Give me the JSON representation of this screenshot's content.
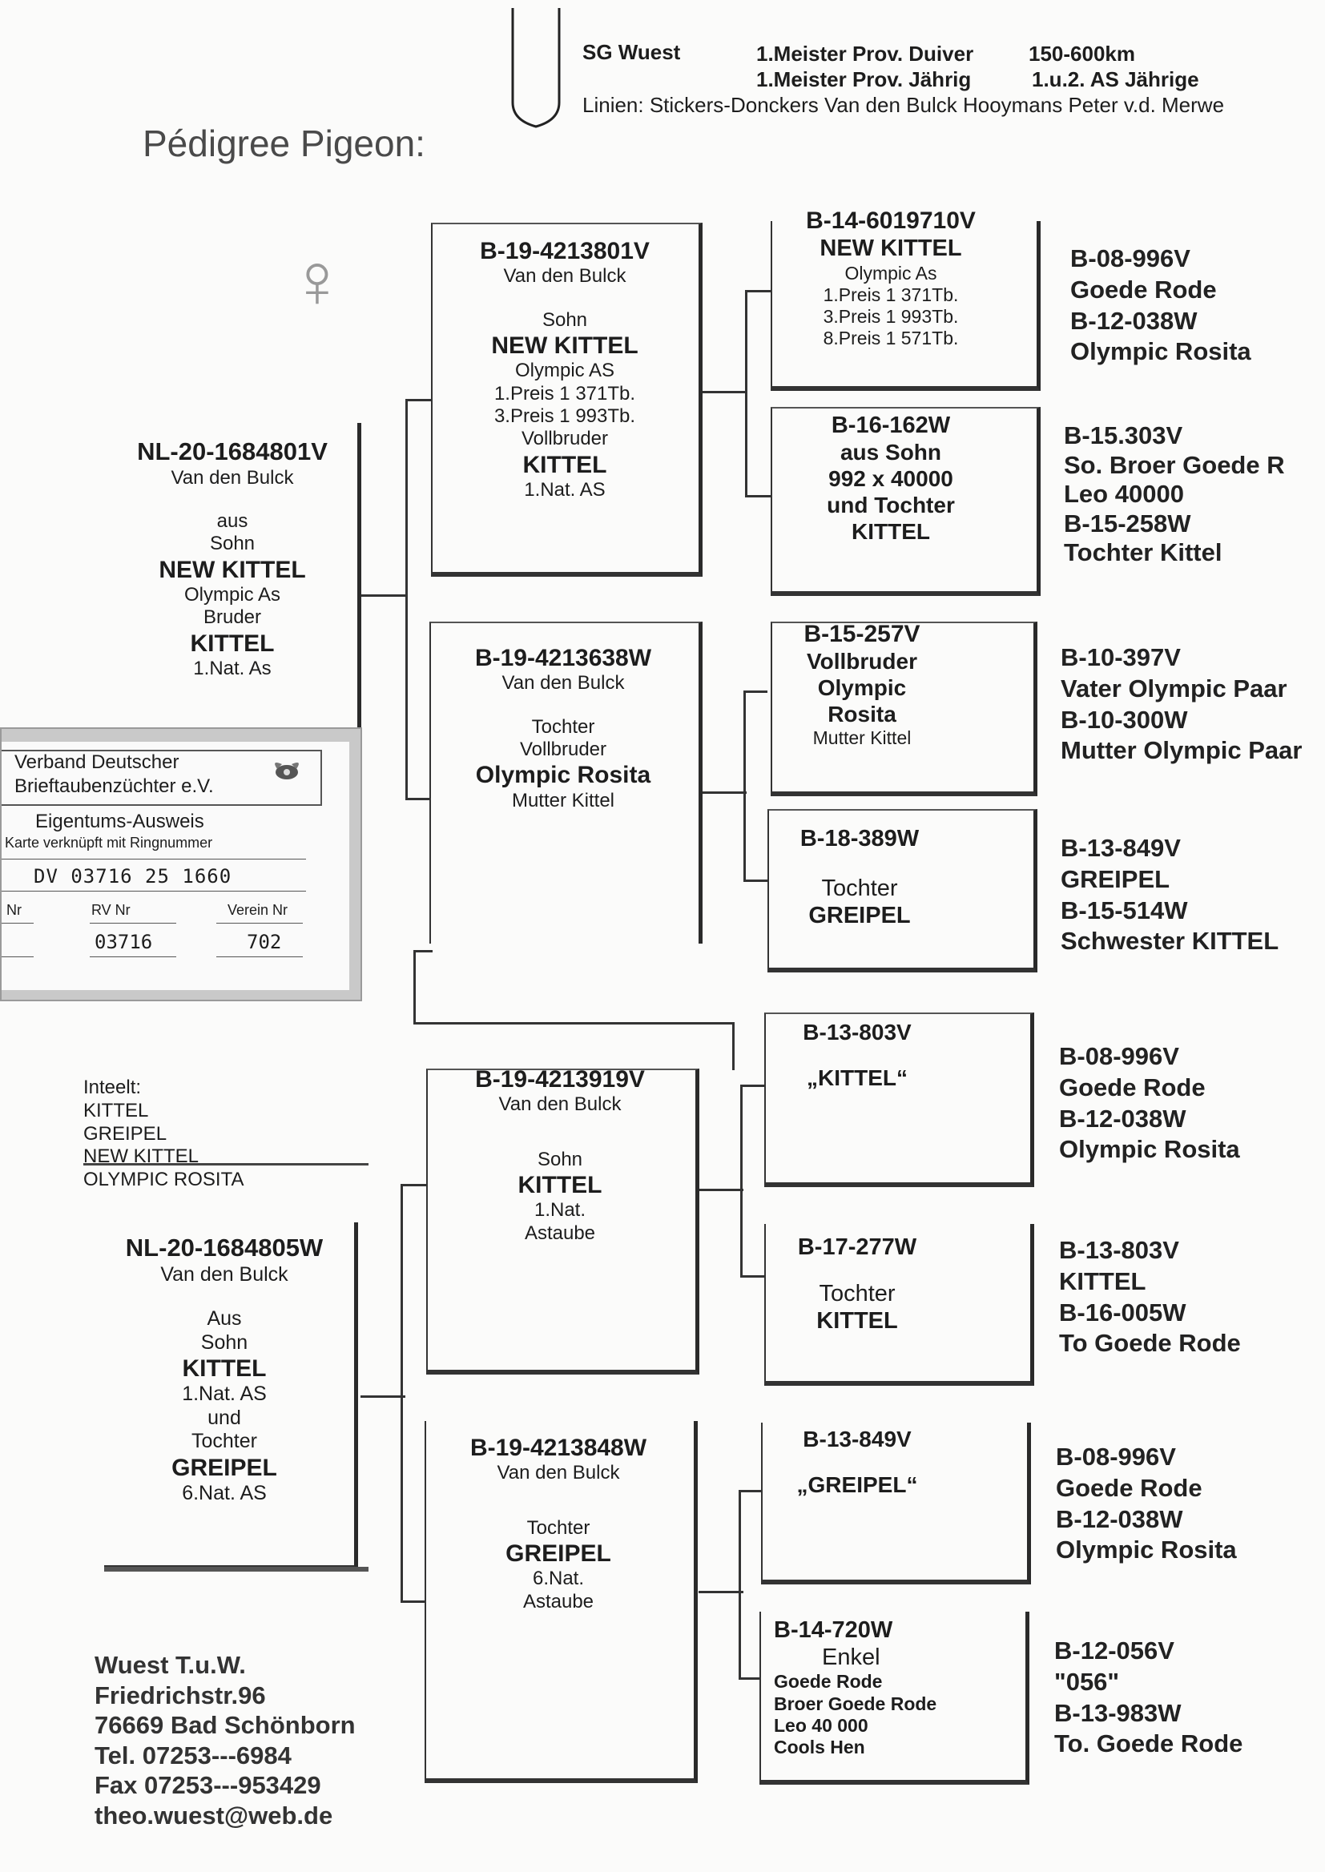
{
  "header": {
    "title": "Pédigree Pigeon:",
    "club": "SG Wuest",
    "meister1": "1.Meister  Prov. Duiver",
    "meister1_range": "150-600km",
    "meister2": "1.Meister  Prov. Jährig",
    "meister2_range": "1.u.2. AS  Jährige",
    "lines": "Linien: Stickers-Donckers   Van den Bulck   Hooymans   Peter v.d. Merwe"
  },
  "sex_symbol": "♀",
  "pigeon_sire": {
    "ring": "NL-20-1684801V",
    "breeder": "Van den Bulck",
    "lines": [
      "aus",
      "Sohn",
      "NEW KITTEL",
      "Olympic As",
      "Bruder",
      "KITTEL",
      "1.Nat. As"
    ]
  },
  "pigeon_dam": {
    "ring": "NL-20-1684805W",
    "breeder": "Van den Bulck",
    "lines": [
      "Aus",
      "Sohn",
      "KITTEL",
      "1.Nat. AS",
      "und",
      "Tochter",
      "GREIPEL",
      "6.Nat. AS"
    ]
  },
  "inbred": {
    "label": "Inteelt:",
    "names": [
      "KITTEL",
      "GREIPEL",
      "NEW KITTEL",
      "OLYMPIC ROSITA"
    ]
  },
  "gen2": [
    {
      "ring": "B-19-4213801V",
      "breeder": "Van den Bulck",
      "lines": [
        "Sohn",
        "NEW KITTEL",
        "Olympic AS",
        "1.Preis  1 371Tb.",
        "3.Preis  1 993Tb.",
        "Vollbruder",
        "KITTEL",
        "1.Nat. AS"
      ]
    },
    {
      "ring": "B-19-4213638W",
      "breeder": "Van den Bulck",
      "lines": [
        "Tochter",
        "Vollbruder",
        "Olympic Rosita",
        "Mutter Kittel"
      ]
    },
    {
      "ring": "B-19-4213919V",
      "breeder": "Van den Bulck",
      "lines": [
        "Sohn",
        "KITTEL",
        "1.Nat.",
        "Astaube"
      ]
    },
    {
      "ring": "B-19-4213848W",
      "breeder": "Van den Bulck",
      "lines": [
        "Tochter",
        "GREIPEL",
        "6.Nat.",
        "Astaube"
      ]
    }
  ],
  "gen3": [
    {
      "ring": "B-14-6019710V",
      "lines": [
        "NEW KITTEL",
        "Olympic As",
        "1.Preis  1 371Tb.",
        "3.Preis  1 993Tb.",
        "8.Preis  1 571Tb."
      ]
    },
    {
      "ring": "B-16-162W",
      "lines": [
        "aus Sohn",
        "992 x 40000",
        "und Tochter",
        "KITTEL"
      ]
    },
    {
      "ring": "B-15-257V",
      "lines": [
        "Vollbruder",
        "Olympic",
        "Rosita",
        "Mutter Kittel"
      ]
    },
    {
      "ring": "B-18-389W",
      "lines": [
        "Tochter",
        "GREIPEL"
      ]
    },
    {
      "ring": "B-13-803V",
      "lines": [
        "„KITTEL“"
      ]
    },
    {
      "ring": "B-17-277W",
      "lines": [
        "Tochter",
        "KITTEL"
      ]
    },
    {
      "ring": "B-13-849V",
      "lines": [
        "„GREIPEL“"
      ]
    },
    {
      "ring": "B-14-720W",
      "lines": [
        "Enkel",
        "Goede Rode",
        "Broer Goede Rode",
        "Leo 40 000",
        "Cools Hen"
      ]
    }
  ],
  "gen4": [
    [
      "B-08-996V",
      "Goede Rode",
      "B-12-038W",
      "Olympic Rosita"
    ],
    [
      "B-15.303V",
      "So. Broer Goede R",
      "Leo 40000",
      "B-15-258W",
      "Tochter  Kittel"
    ],
    [
      "B-10-397V",
      "Vater Olympic Paar",
      "B-10-300W",
      "Mutter Olympic Paar"
    ],
    [
      "B-13-849V",
      "GREIPEL",
      "B-15-514W",
      "Schwester KITTEL"
    ],
    [
      "B-08-996V",
      "Goede Rode",
      "B-12-038W",
      "Olympic Rosita"
    ],
    [
      "B-13-803V",
      "KITTEL",
      "B-16-005W",
      "To  Goede Rode"
    ],
    [
      "B-08-996V",
      "Goede Rode",
      "B-12-038W",
      "Olympic Rosita"
    ],
    [
      "B-12-056V",
      "\"056\"",
      "B-13-983W",
      "To. Goede Rode"
    ]
  ],
  "card": {
    "org1": "Verband Deutscher",
    "org2": "Brieftaubenzüchter e.V.",
    "title": "Eigentums-Ausweis",
    "subtitle": "Karte verknüpft mit Ringnummer",
    "ring": "DV 03716 25 1660",
    "col1": "Nr",
    "col2": "RV Nr",
    "col3": "Verein Nr",
    "rv": "03716",
    "verein": "702"
  },
  "contact": {
    "name": "Wuest  T.u.W.",
    "street": "Friedrichstr.96",
    "city": "76669 Bad Schönborn",
    "tel": "Tel.  07253---6984",
    "fax": "Fax  07253---953429",
    "email": "theo.wuest@web.de"
  }
}
